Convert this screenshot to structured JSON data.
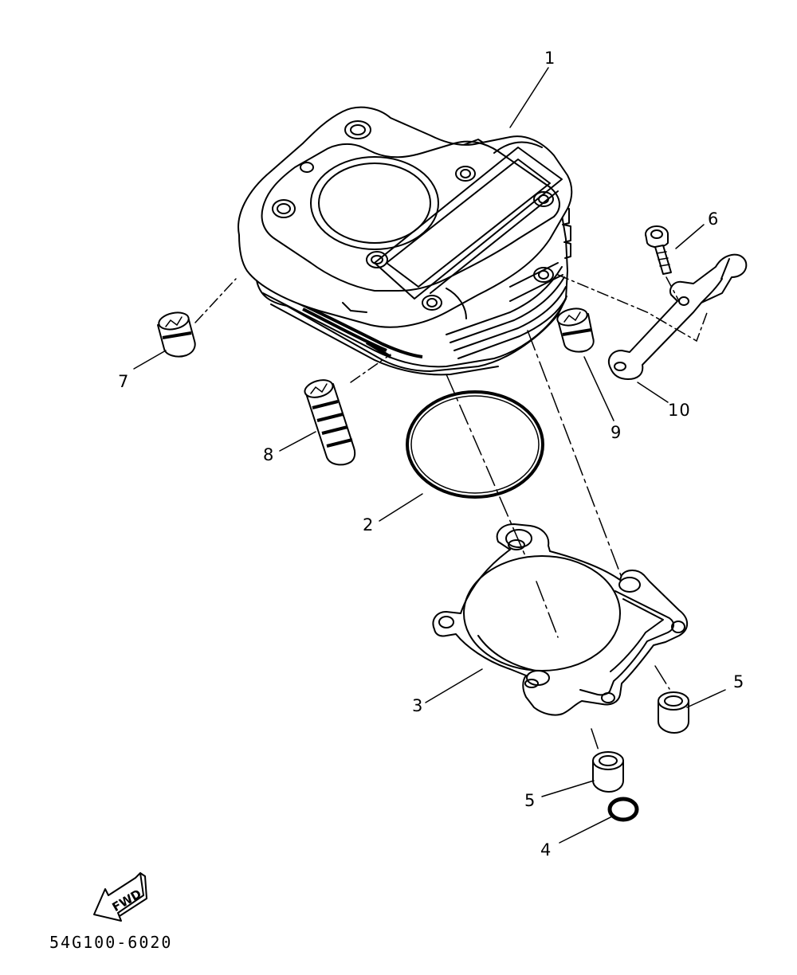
{
  "callouts": [
    {
      "id": "1",
      "label": "1"
    },
    {
      "id": "2",
      "label": "2"
    },
    {
      "id": "3",
      "label": "3"
    },
    {
      "id": "4",
      "label": "4"
    },
    {
      "id": "5a",
      "label": "5"
    },
    {
      "id": "5b",
      "label": "5"
    },
    {
      "id": "6",
      "label": "6"
    },
    {
      "id": "7",
      "label": "7"
    },
    {
      "id": "8",
      "label": "8"
    },
    {
      "id": "9",
      "label": "9"
    },
    {
      "id": "10",
      "label": "10"
    }
  ],
  "direction_indicator": {
    "label": "FWD",
    "icon": "fwd-arrow-icon"
  },
  "reference_code": "54G100-6020"
}
